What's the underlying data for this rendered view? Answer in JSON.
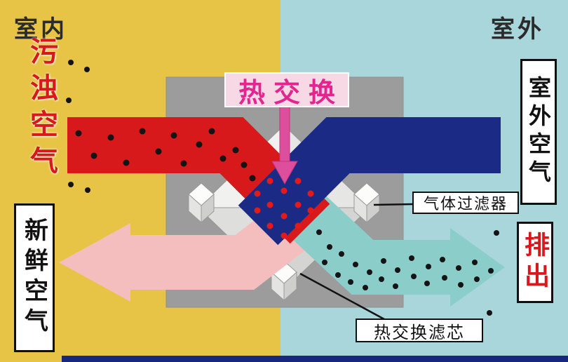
{
  "regions": {
    "indoor_label": "室内",
    "outdoor_label": "室外"
  },
  "flow_labels": {
    "polluted_air": "污浊空气",
    "fresh_air": "新鲜空气",
    "outdoor_air": "室外空气",
    "exhaust": "排出"
  },
  "component_labels": {
    "heat_exchange": "热交换",
    "gas_filter": "气体过滤器",
    "heat_exchange_core": "热交换滤芯"
  },
  "colors": {
    "indoor-bg": "#E7C446",
    "outdoor-bg": "#A9D6DB",
    "polluted-flow": "#D7191C",
    "supply-flow": "#1B2B85",
    "fresh-flow": "#F4BDBE",
    "exhaust-flow": "#8BCEC9",
    "heat-exchange-text": "#E3268F",
    "heat-exchange-bg": "#F7D9E6",
    "heat-dot": "#E31A1A",
    "core-box": "#9C9C9C",
    "label-red": "#D7191C",
    "text-dark": "#2B2B2B",
    "bottom-strip": "#18277E"
  }
}
